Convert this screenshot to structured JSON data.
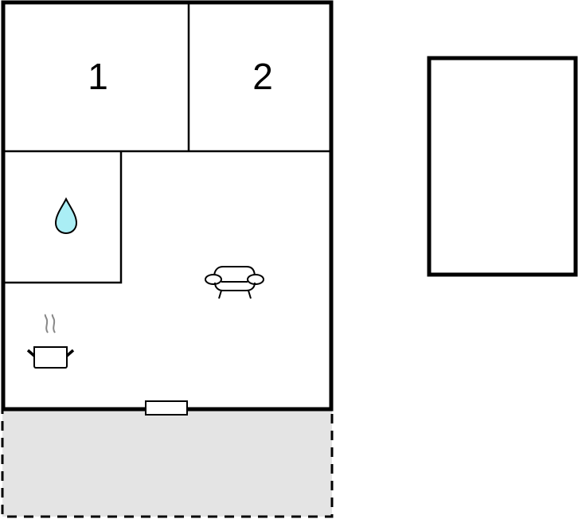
{
  "floorplan": {
    "rooms": [
      {
        "id": "bedroom-1",
        "label": "1"
      },
      {
        "id": "bedroom-2",
        "label": "2"
      },
      {
        "id": "bathroom",
        "icon": "water-drop-icon"
      },
      {
        "id": "living-room",
        "icon": "sofa-icon"
      },
      {
        "id": "kitchen",
        "icon": "cooking-pot-icon"
      },
      {
        "id": "terrace"
      },
      {
        "id": "annex"
      }
    ],
    "colors": {
      "wall": "#000000",
      "water": "#aaeef5",
      "terrace_fill": "#e4e4e4",
      "steam": "#888888",
      "background": "#ffffff"
    }
  }
}
